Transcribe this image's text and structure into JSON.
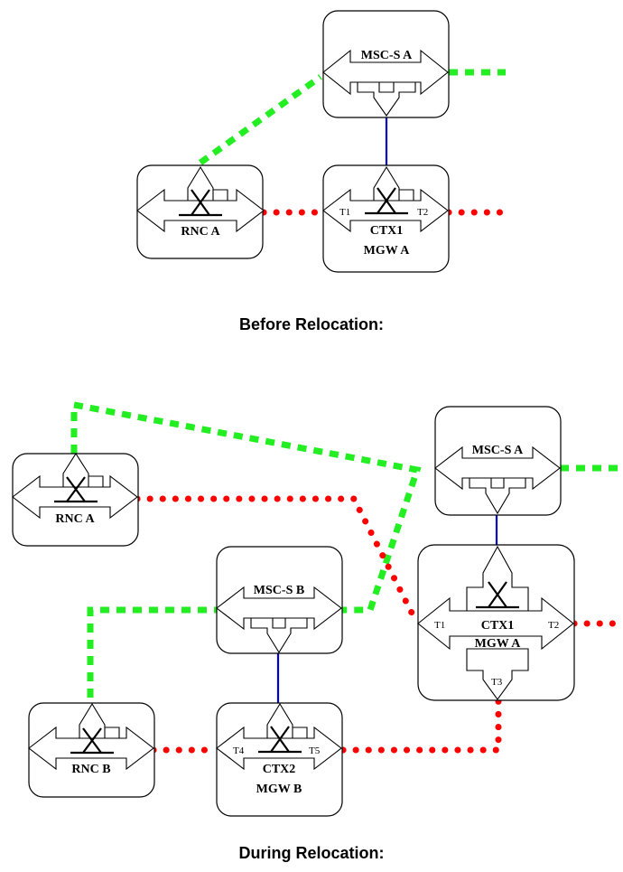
{
  "before": {
    "caption": "Before Relocation:",
    "msc_s_a": "MSC-S A",
    "rnc_a": "RNC A",
    "mgw_a_ctx": "CTX1",
    "mgw_a_name": "MGW A",
    "t1": "T1",
    "t2": "T2"
  },
  "during": {
    "caption": "During Relocation:",
    "rnc_a": "RNC A",
    "rnc_b": "RNC B",
    "msc_s_a": "MSC-S A",
    "msc_s_b": "MSC-S B",
    "mgw_a_ctx": "CTX1",
    "mgw_a_name": "MGW A",
    "mgw_b_ctx": "CTX2",
    "mgw_b_name": "MGW B",
    "t1": "T1",
    "t2": "T2",
    "t3": "T3",
    "t4": "T4",
    "t5": "T5"
  },
  "legend_colors": {
    "signalling": "#22ee22",
    "bearer": "#ff0000",
    "control": "#0000cc"
  }
}
